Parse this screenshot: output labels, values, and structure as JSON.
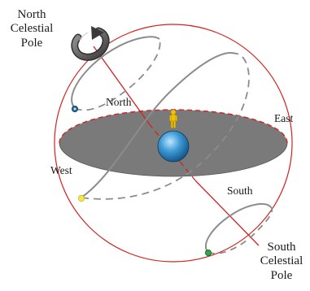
{
  "labels": {
    "north_pole": [
      "North",
      "Celestial",
      "Pole"
    ],
    "south_pole": [
      "South",
      "Celestial",
      "Pole"
    ],
    "north": "North",
    "south": "South",
    "east": "East",
    "west": "West"
  },
  "colors": {
    "sphere": "#d42020",
    "horizon_fill": "#7a7a7a",
    "horizon_dash": "#d42020",
    "axis": "#d42020",
    "star_path": "#8c8c8c",
    "earth": "#2e86c1",
    "observer": "#f2c200",
    "star_north": "#1f6fa8",
    "star_west": "#f5e64a",
    "star_south": "#2aa84a"
  },
  "icons": {
    "rotation_arrow": "curved-rotation-arrow-icon",
    "observer": "person-figure-icon",
    "earth": "earth-globe-icon"
  }
}
